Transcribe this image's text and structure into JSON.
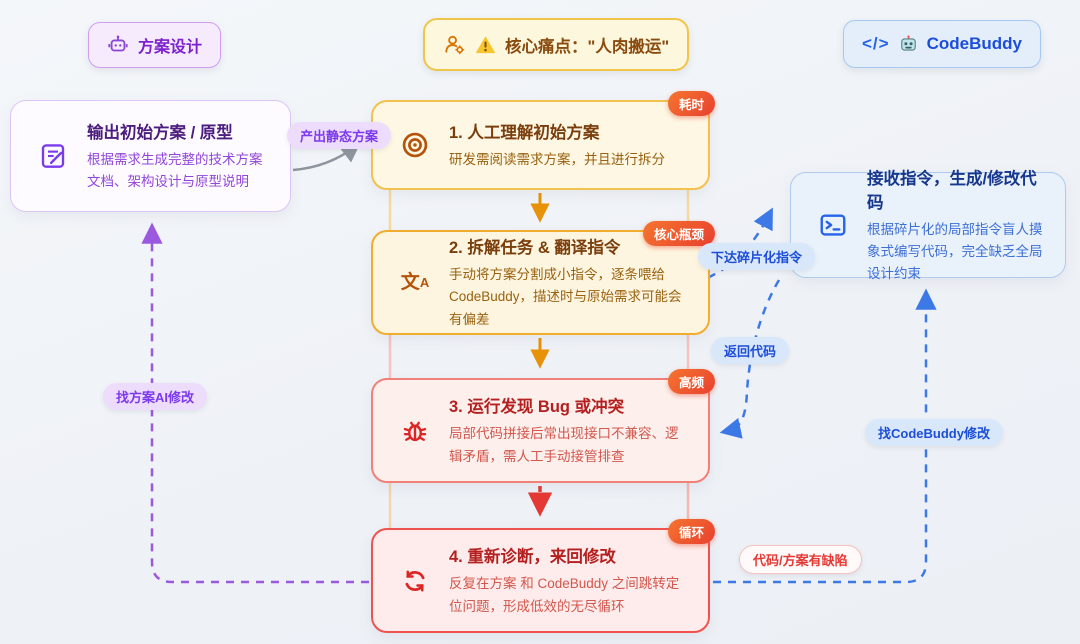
{
  "header": {
    "left_badge": {
      "label": "方案设计",
      "icon": "robot-icon"
    },
    "center_badge": {
      "label": "核心痛点：\"人肉搬运\"",
      "icons": [
        "person-gear-icon",
        "warning-icon"
      ]
    },
    "right_badge": {
      "code_glyph": "</>",
      "label": "CodeBuddy",
      "icon": "robot-emoji-icon"
    }
  },
  "plan_card": {
    "title": "输出初始方案 / 原型",
    "desc": "根据需求生成完整的技术方案文档、架构设计与原型说明",
    "icon": "document-edit-icon"
  },
  "codebuddy_card": {
    "title": "接收指令，生成/修改代码",
    "desc": "根据碎片化的局部指令盲人摸象式编写代码，完全缺乏全局设计约束",
    "icon": "terminal-icon"
  },
  "steps": [
    {
      "title": "1. 人工理解初始方案",
      "desc": "研发需阅读需求方案，并且进行拆分",
      "badge": "耗时",
      "icon": "target-icon",
      "tone": "yellow"
    },
    {
      "title": "2. 拆解任务 & 翻译指令",
      "desc": "手动将方案分割成小指令，逐条喂给 CodeBuddy，描述时与原始需求可能会有偏差",
      "badge": "核心瓶颈",
      "icon": "translate-icon",
      "tone": "yellow"
    },
    {
      "title": "3. 运行发现 Bug 或冲突",
      "desc": "局部代码拼接后常出现接口不兼容、逻辑矛盾，需人工手动接管排查",
      "badge": "高频",
      "icon": "bug-icon",
      "tone": "red"
    },
    {
      "title": "4. 重新诊断，来回修改",
      "desc": "反复在方案 和 CodeBuddy 之间跳转定位问题，形成低效的无尽循环",
      "badge": "循环",
      "icon": "refresh-icon",
      "tone": "red"
    }
  ],
  "icons": {
    "translate_cjk": "文",
    "translate_latin": "A"
  },
  "connector_labels": {
    "produce_static_plan": "产出静态方案",
    "send_fragmented_instructions": "下达碎片化指令",
    "return_code": "返回代码",
    "ask_codebuddy_fix": "找CodeBuddy修改",
    "ask_plan_ai_fix": "找方案AI修改",
    "code_plan_defect": "代码/方案有缺陷"
  },
  "colors": {
    "purple_accent": "#7c3aed",
    "blue_accent": "#2563eb",
    "orange_accent": "#f59e0b",
    "red_accent": "#e53935",
    "badge_gradient": [
      "#f5752f",
      "#e8402f"
    ],
    "yellow_card_border": "#f2c14e",
    "red_card_border": "#ef5350",
    "background": "#eef1f6"
  }
}
